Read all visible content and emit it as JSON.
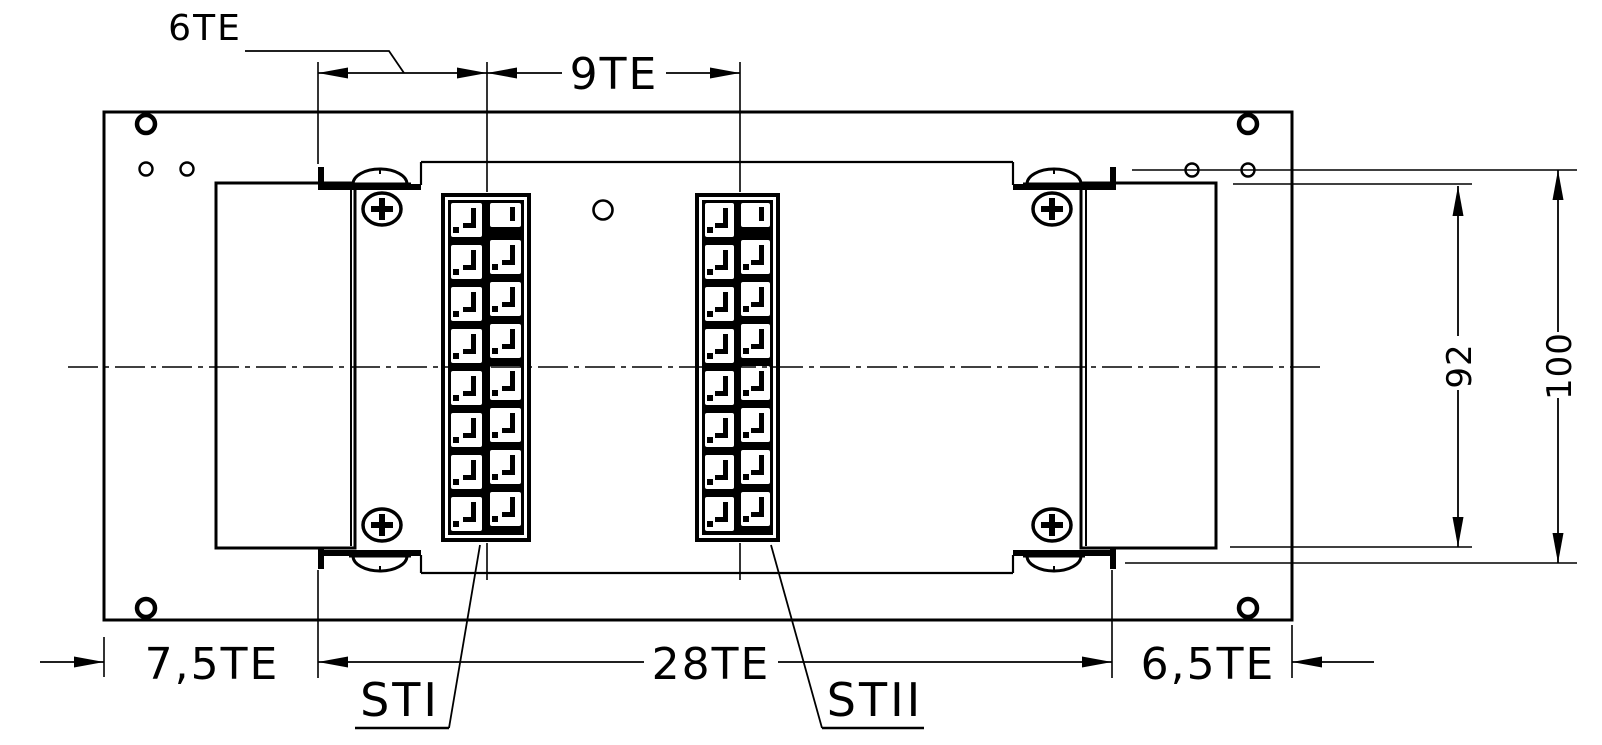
{
  "drawing": {
    "type": "technical-dimension-drawing",
    "colors": {
      "line": "#000000",
      "background": "#ffffff"
    },
    "dimensions_top": {
      "d6": {
        "label": "6TE"
      },
      "d9": {
        "label": "9TE"
      }
    },
    "dimensions_bottom": {
      "d75": {
        "label": "7,5TE"
      },
      "d28": {
        "label": "28TE"
      },
      "d65": {
        "label": "6,5TE"
      }
    },
    "dimensions_right": {
      "d92": {
        "label": "92"
      },
      "d100": {
        "label": "100"
      }
    },
    "part_labels": {
      "st1": {
        "label": "STI"
      },
      "st2": {
        "label": "STII"
      }
    },
    "connector_layout": {
      "left_column_cells": 8,
      "right_column_cells": 7,
      "right_column_half_top_cell": true
    }
  }
}
